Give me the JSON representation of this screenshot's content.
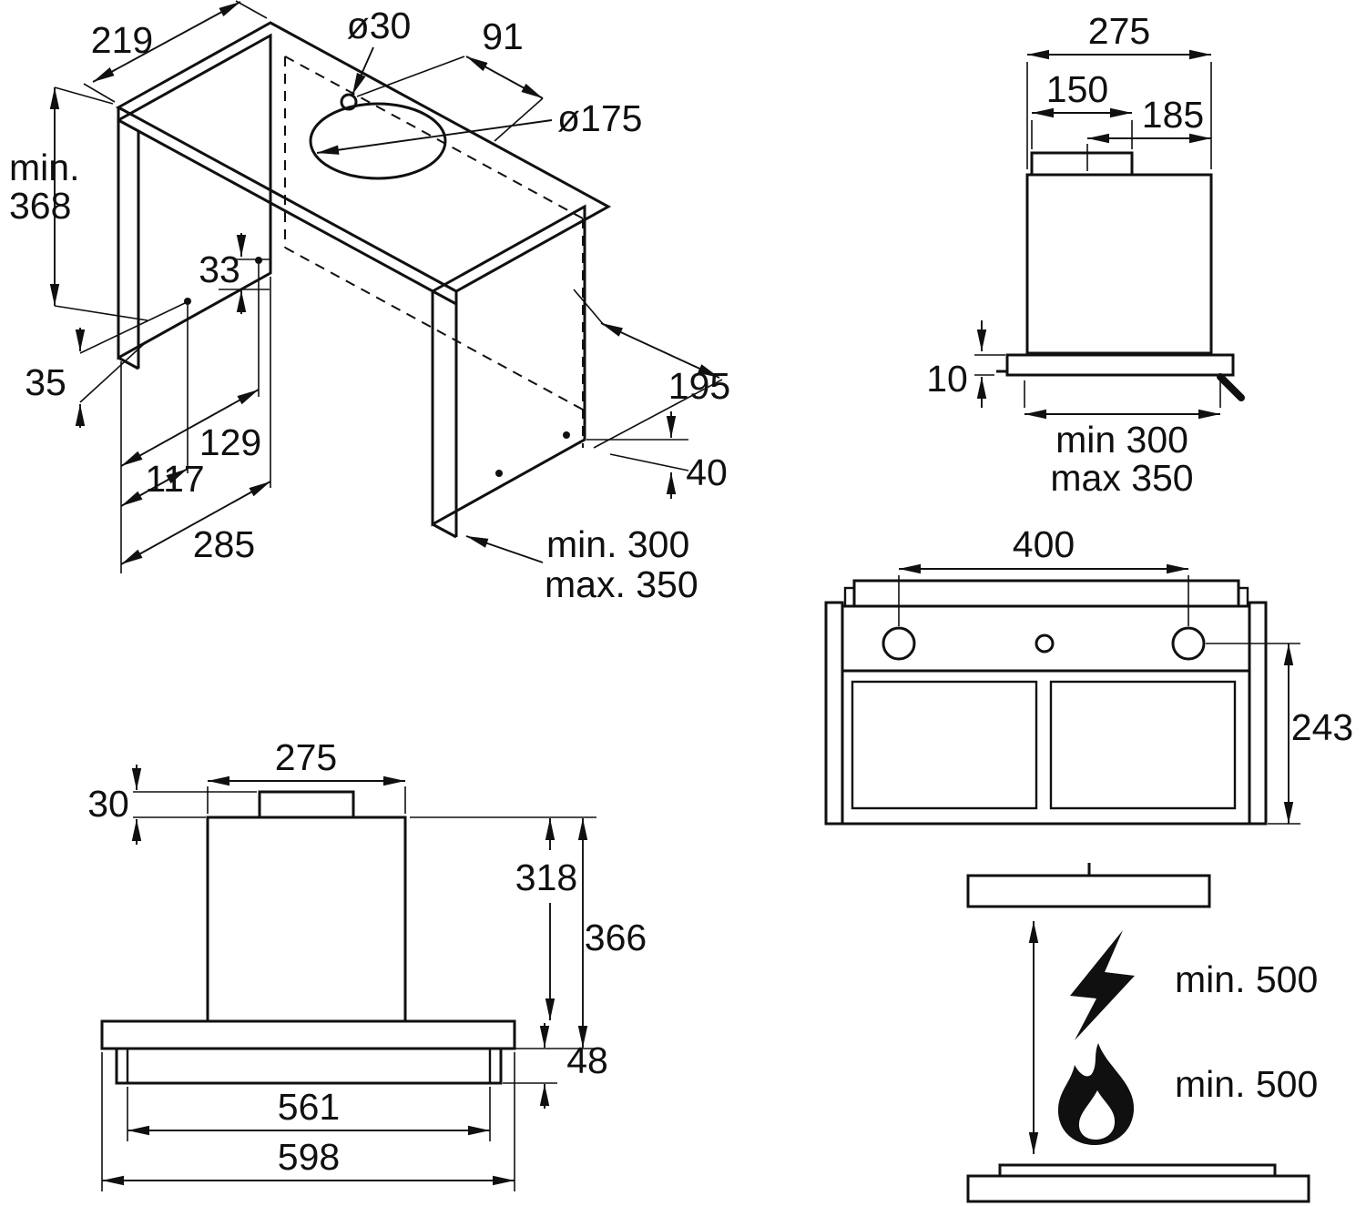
{
  "diagram_title": "cooker-hood-installation-dimension-drawing",
  "iso": {
    "depth_left": "219",
    "hole_small": "ø30",
    "offset_91": "91",
    "hole_large": "ø175",
    "min_label": "min.",
    "min_value": "368",
    "hole_gap": "33",
    "edge_gap": "35",
    "pos_129": "129",
    "pos_117": "117",
    "pos_285": "285",
    "depth_right": "195",
    "gap_40": "40",
    "width_min": "min. 300",
    "width_max": "max. 350"
  },
  "side": {
    "body_width": "275",
    "duct_width": "150",
    "duct_offset": "185",
    "lip": "10",
    "width_min": "min 300",
    "width_max": "max 350"
  },
  "rear": {
    "hole_spacing": "400",
    "height": "243"
  },
  "front": {
    "cap_height": "30",
    "chimney_width": "275",
    "chimney_height": "318",
    "total_height": "366",
    "box_height": "48",
    "inner_width": "561",
    "outer_width": "598"
  },
  "clearance": {
    "electric_min": "min. 500",
    "gas_min": "min. 500"
  },
  "icons": {
    "electric": "lightning-icon",
    "gas": "flame-icon"
  },
  "colors": {
    "line": "#101010",
    "background": "#ffffff"
  }
}
